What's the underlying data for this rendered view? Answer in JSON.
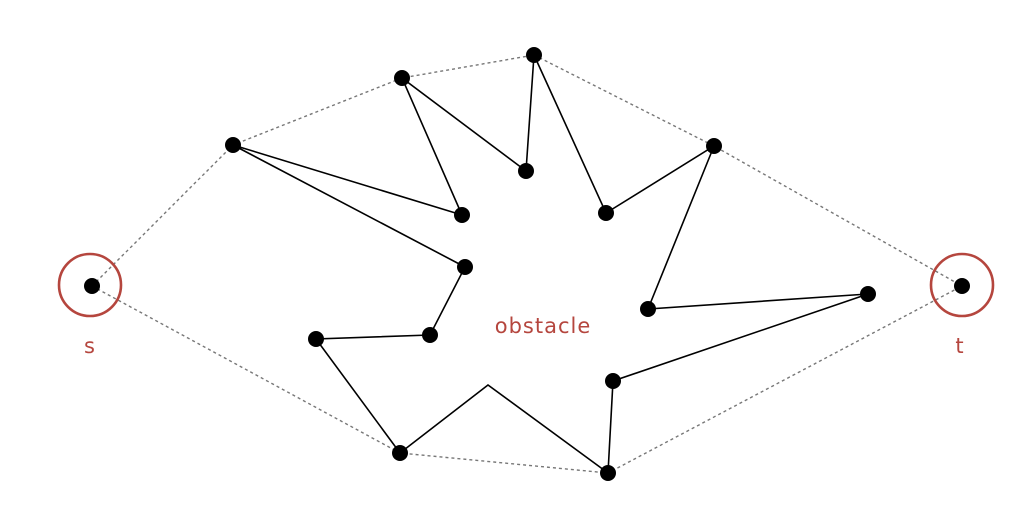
{
  "labels": {
    "source": "s",
    "target": "t",
    "obstacle": "obstacle"
  },
  "colors": {
    "accent": "#b5463e",
    "edge": "#000000",
    "hull": "#777777",
    "vertex": "#000000"
  }
}
